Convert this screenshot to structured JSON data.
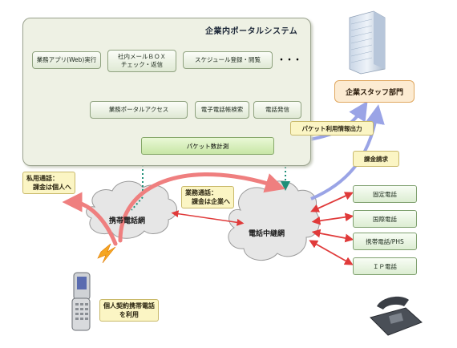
{
  "portal": {
    "title": "企業内ポータルシステム",
    "boxes": {
      "gyomu_app": "業務アプリ(Web)実行",
      "mail_line1": "社内メールＢＯＸ",
      "mail_line2": "チェック・返信",
      "schedule": "スケジュール登録・閲覧",
      "ellipsis": "・・・",
      "portal_access": "業務ポータルアクセス",
      "phonebook": "電子電話帳検索",
      "call": "電話発信",
      "packet": "パケット数計測"
    }
  },
  "labels": {
    "packet_output": "パケット利用情報出力",
    "staff_dept": "企業スタッフ部門",
    "billing_request": "課金請求",
    "private_call_line1": "私用通話：",
    "private_call_line2": "課金は個人へ",
    "business_call_line1": "業務通話：",
    "business_call_line2": "課金は企業へ",
    "mobile_network": "携帯電話網",
    "relay_network": "電話中継網",
    "phone_caption_line1": "個人契約携帯電話",
    "phone_caption_line2": "を利用"
  },
  "terminals": [
    "固定電話",
    "国際電話",
    "携帯電話/PHS",
    "ＩＰ電話"
  ],
  "colors": {
    "red_arrow": "#e03a3a",
    "pink_arrow": "#ef7f7f",
    "dotted_arrow": "#1f8f78",
    "blue_arrow": "#9aa4e6"
  }
}
